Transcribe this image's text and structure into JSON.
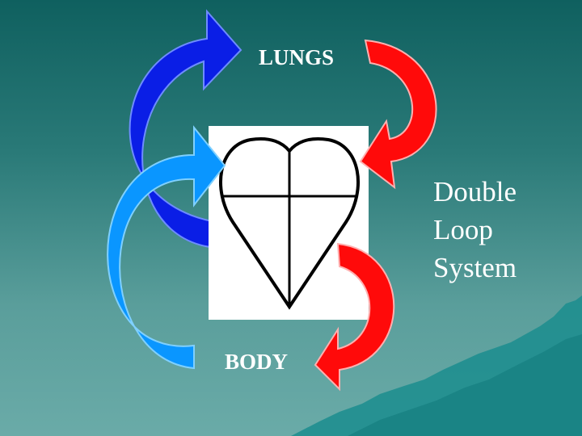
{
  "labels": {
    "lungs": "LUNGS",
    "body": "BODY"
  },
  "caption": [
    "Double",
    "Loop",
    "System"
  ],
  "colors": {
    "oxygen_poor_loop": "#0a1ee6",
    "oxygen_poor_return": "#0a96ff",
    "oxygen_rich": "#ff0a0a",
    "heart_panel": "#ffffff",
    "heart_outline": "#000000",
    "background_top": "#0f605f",
    "background_bottom": "#6aaba8",
    "mountains": "#1b8d8e"
  },
  "icons": {
    "heart": "heart-diagram-icon",
    "mountains": "mountain-range-decoration"
  }
}
